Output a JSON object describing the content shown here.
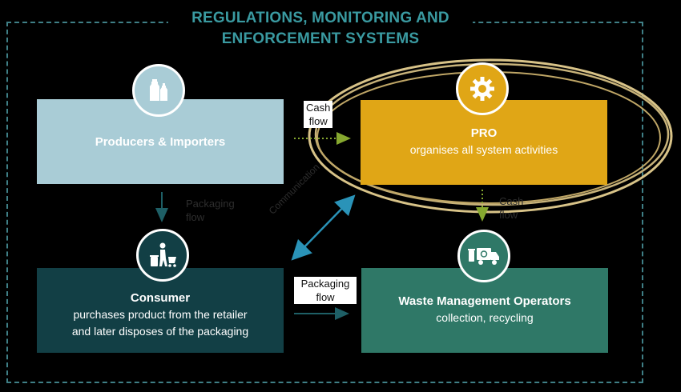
{
  "title": {
    "line1": "REGULATIONS, MONITORING AND",
    "line2": "ENFORCEMENT SYSTEMS"
  },
  "nodes": {
    "producers": {
      "title": "Producers & Importers",
      "icon": "bottles-icon",
      "color": "#a9ccd6"
    },
    "pro": {
      "title": "PRO",
      "subtitle": "organises all system activities",
      "icon": "gear-icon",
      "color": "#e0a616"
    },
    "consumer": {
      "title": "Consumer",
      "subtitle_line1": "purchases product from the retailer",
      "subtitle_line2": "and later disposes of the packaging",
      "icon": "person-disposing-icon",
      "color": "#123f45"
    },
    "waste": {
      "title": "Waste Management Operators",
      "subtitle": "collection, recycling",
      "icon": "garbage-truck-icon",
      "color": "#2f7867"
    }
  },
  "flows": {
    "cash_producers_pro": {
      "line1": "Cash",
      "line2": "flow"
    },
    "packaging_producers_consumer": {
      "line1": "Packaging",
      "line2": "flow"
    },
    "communication": {
      "label": "Communication"
    },
    "cash_pro_waste": {
      "line1": "Cash",
      "line2": "flow"
    },
    "packaging_consumer_waste": {
      "line1": "Packaging",
      "line2": "flow"
    }
  }
}
